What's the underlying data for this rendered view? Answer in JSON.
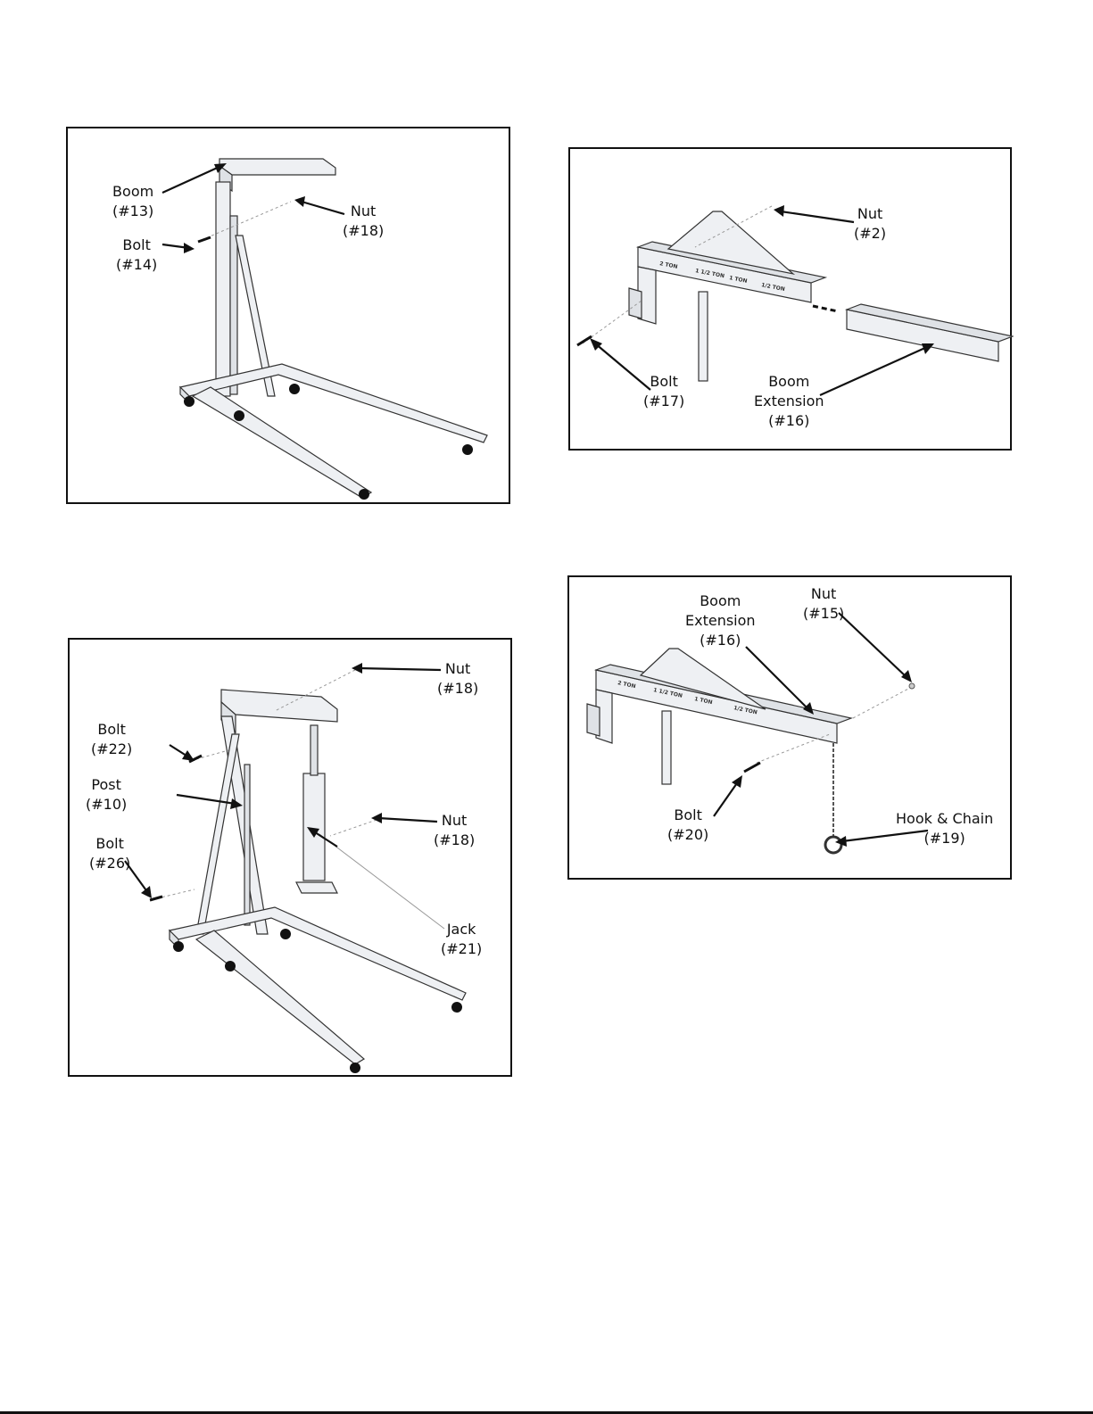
{
  "panels": {
    "p1": {
      "labels": {
        "boom": [
          "Boom",
          "(#13)"
        ],
        "nut": [
          "Nut",
          "(#18)"
        ],
        "bolt": [
          "Bolt",
          "(#14)"
        ]
      }
    },
    "p2": {
      "labels": {
        "nut": [
          "Nut",
          "(#2)"
        ],
        "bolt": [
          "Bolt",
          "(#17)"
        ],
        "ext": [
          "Boom",
          "Extension",
          "(#16)"
        ]
      },
      "boom_markings": [
        "2 TON",
        "1 1/2 TON",
        "1 TON",
        "1/2 TON"
      ]
    },
    "p3": {
      "labels": {
        "nut_top": [
          "Nut",
          "(#18)"
        ],
        "bolt22": [
          "Bolt",
          "(#22)"
        ],
        "post": [
          "Post",
          "(#10)"
        ],
        "bolt26": [
          "Bolt",
          "(#26)"
        ],
        "nut_mid": [
          "Nut",
          "(#18)"
        ],
        "jack": [
          "Jack",
          "(#21)"
        ]
      }
    },
    "p4": {
      "labels": {
        "ext": [
          "Boom",
          "Extension",
          "(#16)"
        ],
        "nut": [
          "Nut",
          "(#15)"
        ],
        "bolt": [
          "Bolt",
          "(#20)"
        ],
        "hook": [
          "Hook & Chain",
          "(#19)"
        ]
      },
      "boom_markings": [
        "2 TON",
        "1 1/2 TON",
        "1 TON",
        "1/2 TON"
      ]
    }
  }
}
